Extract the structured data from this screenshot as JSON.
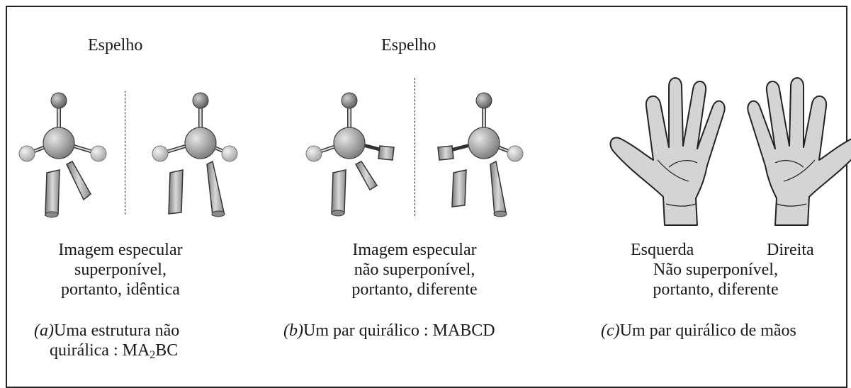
{
  "panel_a": {
    "mirror_label": "Espelho",
    "desc_1": "Imagem especular",
    "desc_2": "superponível,",
    "desc_3": "portanto, idêntica",
    "caption_letter": "(a)",
    "caption_1": "Uma estrutura não",
    "caption_2_pre": "quirálica : MA",
    "caption_2_sub": "2",
    "caption_2_post": "BC"
  },
  "panel_b": {
    "mirror_label": "Espelho",
    "desc_1": "Imagem especular",
    "desc_2": "não superponível,",
    "desc_3": "portanto, diferente",
    "caption_letter": "(b)",
    "caption": "Um par quirálico : MABCD"
  },
  "panel_c": {
    "left_label": "Esquerda",
    "right_label": "Direita",
    "desc_1": "Não superponível,",
    "desc_2": "portanto, diferente",
    "caption_letter": "(c)",
    "caption": "Um par quirálico de mãos"
  },
  "colors": {
    "central_atom": "#8a8a8a",
    "top_atom": "#6f6f6f",
    "side_atom": "#c4c4c4",
    "cylinder": "#9a9a9a",
    "hand_fill": "#d6d6d6",
    "outline": "#222222"
  }
}
